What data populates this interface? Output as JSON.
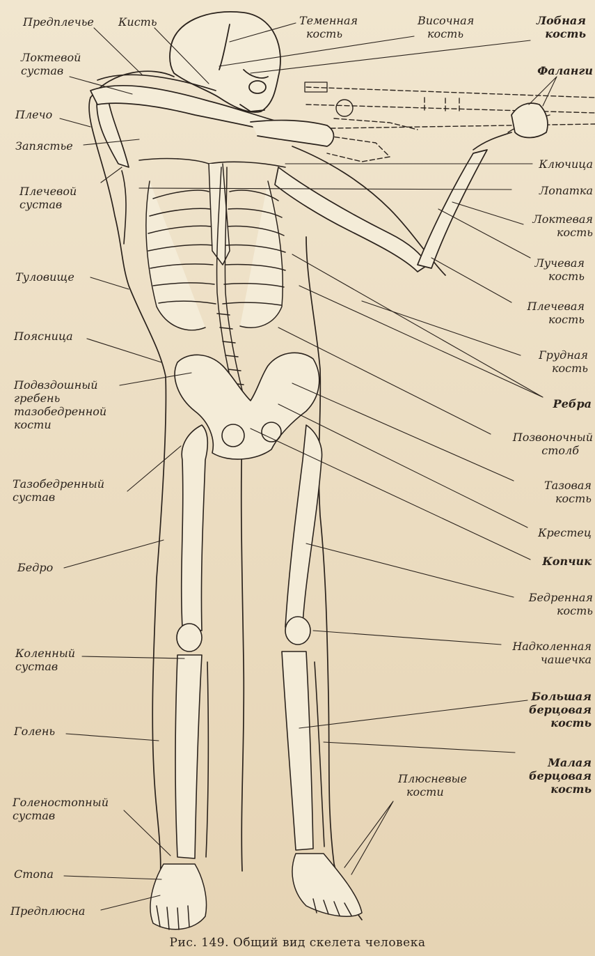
{
  "colors": {
    "paper": "#ede0c8",
    "ink": "#2a221c",
    "bone": "#f4ecd8"
  },
  "labels_left": {
    "forearm": "Предплечье",
    "hand": "Кисть",
    "elbow_joint": [
      "Локтевой",
      "сустав"
    ],
    "shoulder": "Плечо",
    "wrist": "Запястье",
    "shoulder_joint": [
      "Плечевой",
      "сустав"
    ],
    "torso": "Туловище",
    "lower_back": "Поясница",
    "iliac_crest": [
      "Подвздошный",
      "гребень",
      "тазобедренной",
      "кости"
    ],
    "hip_joint": [
      "Тазобедренный",
      "сустав"
    ],
    "thigh": "Бедро",
    "knee_joint": [
      "Коленный",
      "сустав"
    ],
    "shin": "Голень",
    "ankle_joint": [
      "Голеностопный",
      "сустав"
    ],
    "foot": "Стопа",
    "tarsus": "Предплюсна"
  },
  "labels_top": {
    "parietal": [
      "Теменная",
      "кость"
    ],
    "temporal": [
      "Височная",
      "кость"
    ],
    "frontal": [
      "Лобная",
      "кость"
    ]
  },
  "labels_right": {
    "phalanges": "Фаланги",
    "clavicle": "Ключица",
    "scapula": "Лопатка",
    "ulna": [
      "Локтевая",
      "кость"
    ],
    "radius": [
      "Лучевая",
      "кость"
    ],
    "humerus": [
      "Плечевая",
      "кость"
    ],
    "sternum": [
      "Грудная",
      "кость"
    ],
    "ribs": "Ребра",
    "spine": [
      "Позвоночный",
      "столб"
    ],
    "pelvis": [
      "Тазовая",
      "кость"
    ],
    "sacrum": "Крестец",
    "coccyx": "Копчик",
    "femur": [
      "Бедренная",
      "кость"
    ],
    "patella": [
      "Надколенная",
      "чашечка"
    ],
    "tibia": [
      "Большая",
      "берцовая",
      "кость"
    ],
    "fibula": [
      "Малая",
      "берцовая",
      "кость"
    ],
    "metatarsals": [
      "Плюсневые",
      "кости"
    ]
  },
  "caption": "Рис. 149. Общий вид скелета человека"
}
